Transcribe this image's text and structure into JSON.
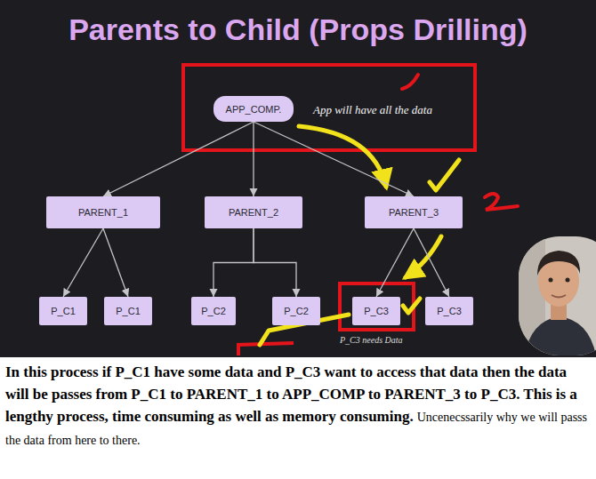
{
  "diagram": {
    "title": "Parents to Child (Props Drilling)",
    "caption": "In this process if P_C1 have some data and P_C3 want to access that data then the data will be passes from P_C1 to PARENT_1 to APP_COMP to PARENT_3 to P_C3. This is a lengthy process, time consuming as well as memory consuming.",
    "nodes": [
      {
        "text": [
          "APP_COMP."
        ]
      },
      {
        "text": [
          "PARENT_1"
        ]
      },
      {
        "text": [
          "PARENT_2"
        ]
      },
      {
        "text": [
          "PARENT_3"
        ]
      },
      {
        "text": [
          "P_C1"
        ]
      },
      {
        "text": [
          "P_C1"
        ]
      },
      {
        "text": [
          "P_C2"
        ]
      },
      {
        "text": [
          "P_C2"
        ]
      },
      {
        "text": [
          "P_C3"
        ]
      },
      {
        "text": [
          "P_C3"
        ]
      }
    ],
    "edges": [
      {
        "from": 0,
        "to": 1,
        "arrow": "to"
      },
      {
        "from": 0,
        "to": 2,
        "arrow": "to"
      },
      {
        "from": 0,
        "to": 3,
        "arrow": "to"
      },
      {
        "from": 1,
        "to": 4,
        "arrow": "to"
      },
      {
        "from": 1,
        "to": 5,
        "arrow": "to"
      },
      {
        "from": 2,
        "to": 6,
        "arrow": "to"
      },
      {
        "from": 2,
        "to": 7,
        "arrow": "to"
      },
      {
        "from": 3,
        "to": 8,
        "arrow": "to"
      },
      {
        "from": 3,
        "to": 9,
        "arrow": "to"
      }
    ],
    "labels": [
      "App will have all the data",
      "P_C3 needs Data",
      "Uncenecssarily why we will passs the data from here to there."
    ]
  }
}
